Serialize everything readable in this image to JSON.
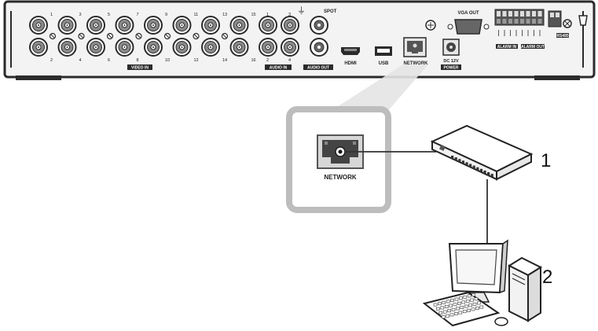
{
  "rear_panel": {
    "video_in": {
      "label": "VIDEO IN",
      "top_numbers": [
        "1",
        "3",
        "5",
        "7",
        "9",
        "11",
        "13",
        "15"
      ],
      "bottom_numbers": [
        "2",
        "4",
        "6",
        "8",
        "10",
        "12",
        "14",
        "16"
      ]
    },
    "audio_in": {
      "label": "AUDIO IN",
      "top_numbers": [
        "1",
        "3"
      ],
      "bottom_numbers": [
        "2",
        "4"
      ]
    },
    "audio_out": {
      "label": "AUDIO OUT"
    },
    "spot": {
      "label": "SPOT"
    },
    "hdmi": {
      "label": "HDMI"
    },
    "usb": {
      "label": "USB"
    },
    "network": {
      "label": "NETWORK"
    },
    "power": {
      "label_1": "DC 12V",
      "label_2": "POWER"
    },
    "vga": {
      "label": "VGA OUT"
    },
    "alarm_in": {
      "label": "ALARM IN"
    },
    "alarm_out": {
      "label": "ALARM OUT"
    },
    "rs485": {
      "label": "RS485"
    }
  },
  "callout": {
    "port_label": "NETWORK"
  },
  "items": {
    "router": "1",
    "computer": "2"
  },
  "colors": {
    "device": "#2b2b2b",
    "callout_border": "#bdbdbd",
    "cable": "#333333"
  }
}
